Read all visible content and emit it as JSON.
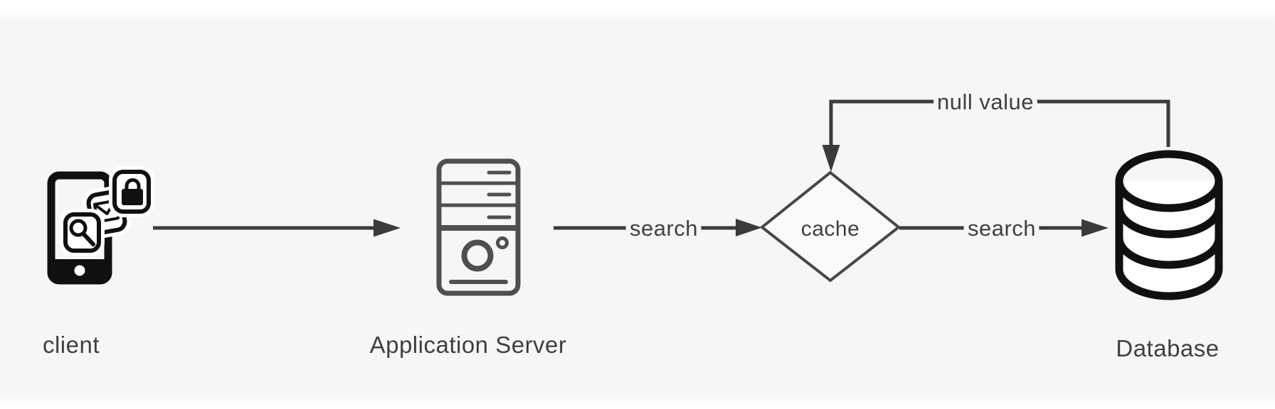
{
  "colors": {
    "bg": "#f6f6f6",
    "line": "#3b3b3b",
    "text": "#3f3f3f",
    "icon-dark": "#101010",
    "icon-gray": "#4f4f4f"
  },
  "nodes": {
    "client": {
      "label": "client",
      "icon": "smartphone-with-app-icons"
    },
    "application_server": {
      "label": "Application Server",
      "icon": "tower-server-icon"
    },
    "cache": {
      "label": "cache",
      "shape": "decision-diamond"
    },
    "database": {
      "label": "Database",
      "icon": "database-cylinder-icon"
    }
  },
  "edges": {
    "client_to_server": {
      "from": "client",
      "to": "application_server",
      "label": ""
    },
    "server_to_cache": {
      "from": "application_server",
      "to": "cache",
      "label": "search"
    },
    "cache_to_database": {
      "from": "cache",
      "to": "database",
      "label": "search"
    },
    "database_to_cache": {
      "from": "database",
      "to": "cache",
      "label": "null value"
    }
  }
}
